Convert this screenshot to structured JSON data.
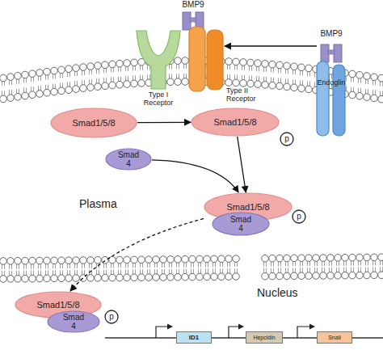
{
  "diagram": {
    "nodes": [
      {
        "text": [
          "BMP9"
        ]
      },
      {
        "text": [
          "BMP9"
        ]
      },
      {
        "text": [
          "Type I Receptor"
        ]
      },
      {
        "text": [
          "Type II Receptor"
        ]
      },
      {
        "text": [
          "Endoglin"
        ]
      },
      {
        "text": [
          "Smad1/5/8"
        ]
      },
      {
        "text": [
          "Smad1/5/8"
        ]
      },
      {
        "text": [
          "p"
        ]
      },
      {
        "text": [
          "Smad 4"
        ]
      },
      {
        "text": [
          "Smad1/5/8"
        ]
      },
      {
        "text": [
          "Smad 4"
        ]
      },
      {
        "text": [
          "p"
        ]
      },
      {
        "text": [
          "Smad1/5/8"
        ]
      },
      {
        "text": [
          "Smad 4"
        ]
      },
      {
        "text": [
          "p"
        ]
      },
      {
        "text": [
          "ID1"
        ]
      },
      {
        "text": [
          "Hepcidin"
        ]
      },
      {
        "text": [
          "Snail"
        ]
      }
    ],
    "edges": [
      {
        "from": 1,
        "to": 3,
        "arrow": "to"
      },
      {
        "from": 5,
        "to": 6,
        "arrow": "to"
      },
      {
        "from": 6,
        "to": 9,
        "arrow": "to"
      },
      {
        "from": 8,
        "to": 9,
        "arrow": "to"
      },
      {
        "from": 9,
        "to": 12,
        "arrow": "to"
      }
    ],
    "labels": [
      "Plasma",
      "Nucleus"
    ]
  }
}
